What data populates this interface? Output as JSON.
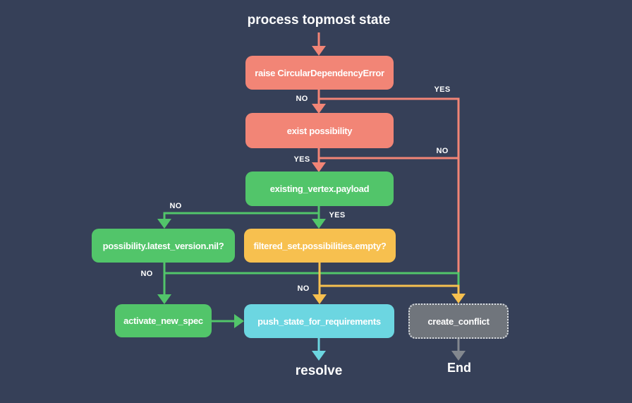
{
  "title": "process topmost state",
  "colors": {
    "background": "#364058",
    "salmon": "#F28576",
    "green": "#52C56A",
    "yellow": "#F7C04F",
    "cyan": "#6CD6E1",
    "gray_box": "#70757C",
    "gray_line": "#83888F",
    "conflict_border": "#D8DCE2",
    "text": "#FFFFFF"
  },
  "nodes": {
    "raise_error": {
      "label": "raise CircularDependencyError"
    },
    "exist_possibility": {
      "label": "exist possibility"
    },
    "existing_vertex": {
      "label": "existing_vertex.payload"
    },
    "latest_version_nil": {
      "label": "possibility.latest_version.nil?"
    },
    "filtered_set_empty": {
      "label": "filtered_set.possibilities.empty?"
    },
    "activate_new_spec": {
      "label": "activate_new_spec"
    },
    "push_state": {
      "label": "push_state_for_requirements"
    },
    "create_conflict": {
      "label": "create_conflict"
    }
  },
  "terminals": {
    "resolve": "resolve",
    "end": "End"
  },
  "edge_labels": {
    "raise_no": "NO",
    "raise_yes": "YES",
    "exist_yes": "YES",
    "exist_no": "NO",
    "vertex_no": "NO",
    "vertex_yes": "YES",
    "latest_no": "NO",
    "filtered_no": "NO"
  }
}
